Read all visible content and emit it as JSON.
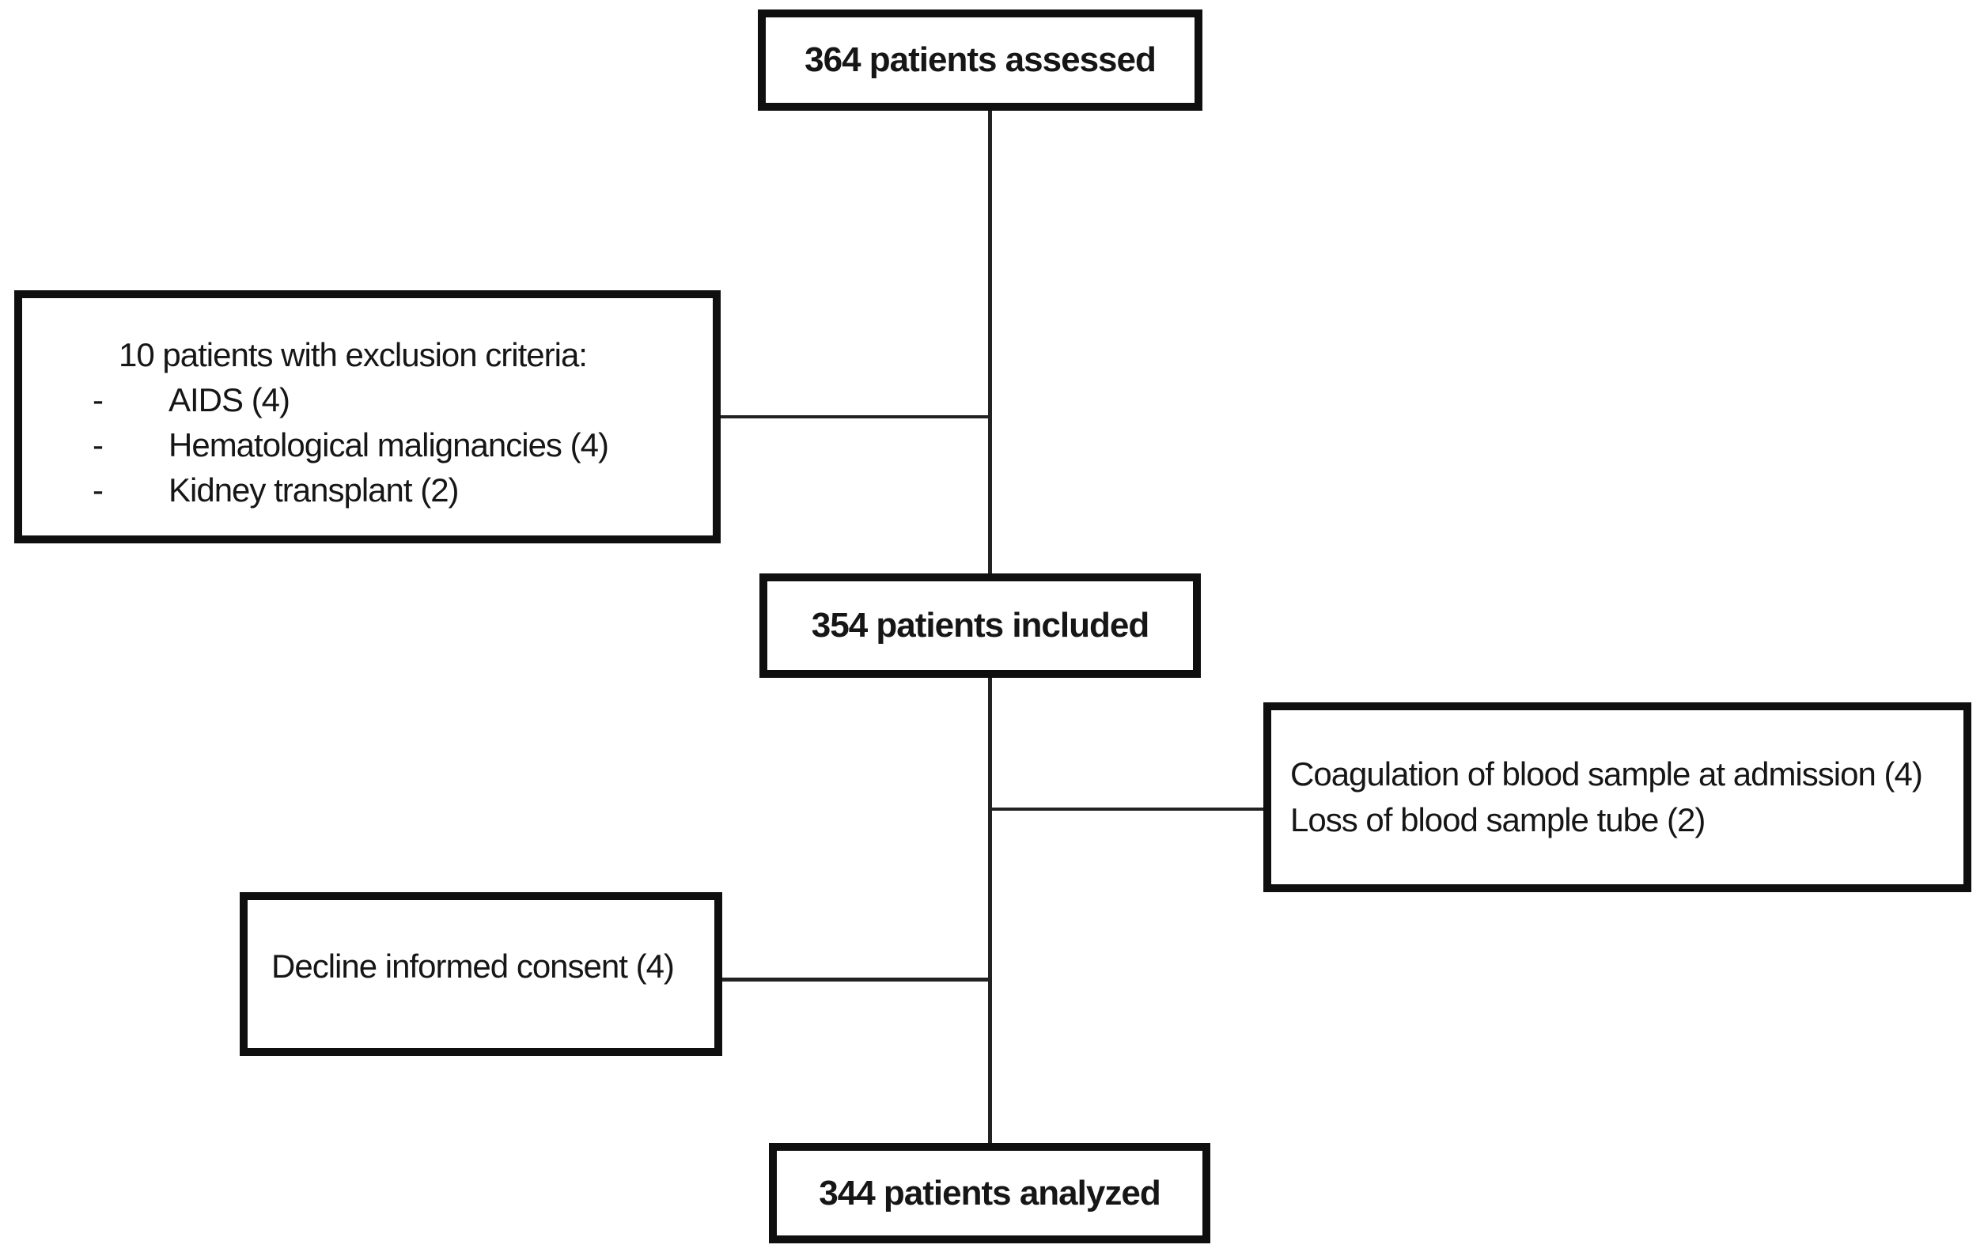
{
  "flowchart": {
    "assessed": {
      "label": "364 patients assessed"
    },
    "exclusion": {
      "heading": "10 patients with exclusion criteria:",
      "items": [
        {
          "marker": "-",
          "label": "AIDS (4)"
        },
        {
          "marker": "-",
          "label": "Hematological malignancies (4)"
        },
        {
          "marker": "-",
          "label": "Kidney transplant (2)"
        }
      ]
    },
    "included": {
      "label": "354 patients included"
    },
    "sample_issues": {
      "lines": [
        {
          "label": "Coagulation of blood sample at admission (4)"
        },
        {
          "label": "Loss of blood sample tube (2)"
        }
      ]
    },
    "declined": {
      "label": "Decline informed consent (4)"
    },
    "analyzed": {
      "label": "344 patients analyzed"
    },
    "colors": {
      "border": "#0f0f0f",
      "line": "#222222",
      "text": "#161616",
      "background": "#ffffff"
    }
  }
}
